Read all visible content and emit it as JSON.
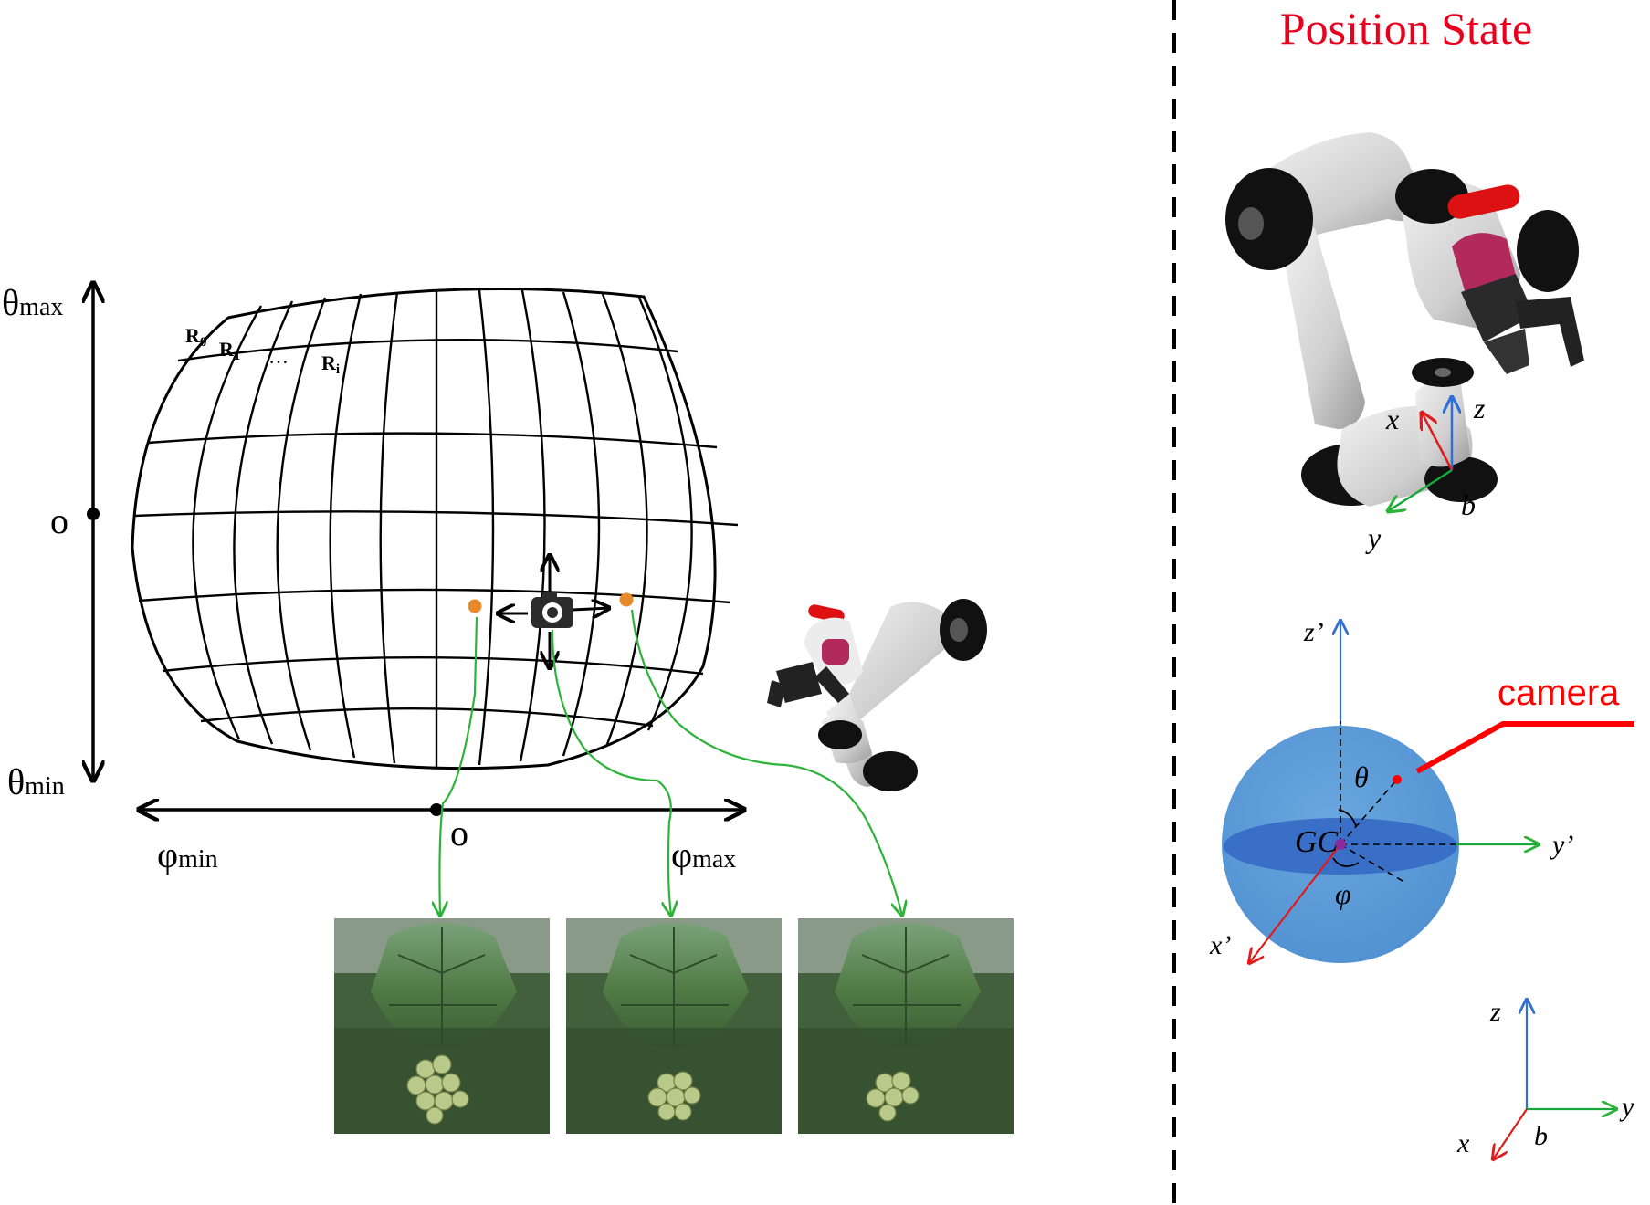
{
  "left_panel": {
    "theta_max_label": "θmax",
    "theta_max_sub": "max",
    "theta_min_sub": "min",
    "theta_symbol": "θ",
    "origin_vertical": "o",
    "origin_horizontal": "o",
    "phi_symbol": "φ",
    "phi_min_sub": "min",
    "phi_max_sub": "max",
    "region_labels": {
      "r0": "R",
      "r0_sub": "0",
      "r1": "R",
      "r1_sub": "1",
      "ellipsis": "…",
      "ri": "R",
      "ri_sub": "i"
    },
    "photos": [
      {
        "caption": ""
      },
      {
        "caption": ""
      },
      {
        "caption": ""
      }
    ]
  },
  "right_panel": {
    "title": "Position State",
    "robot_axes": {
      "x": "x",
      "y": "y",
      "z": "z",
      "b": "b"
    },
    "sphere": {
      "camera_label": "camera",
      "center_label": "GC",
      "theta": "θ",
      "phi": "φ",
      "x_prime": "x’",
      "y_prime": "y’",
      "z_prime": "z’"
    },
    "base_axes": {
      "x": "x",
      "y": "y",
      "z": "z",
      "b": "b"
    }
  },
  "colors": {
    "title_red": "#e8001c",
    "camera_red": "#ff0000",
    "axis_blue": "#2f6fd6",
    "axis_green": "#16a83a",
    "axis_red": "#e01b1b",
    "sphere_fill": "#5b9bd5",
    "sphere_band": "#3a6fc8",
    "center_purple": "#8a2b9e",
    "orange_dot": "#e98a2a",
    "green_path": "#2eb33a"
  }
}
